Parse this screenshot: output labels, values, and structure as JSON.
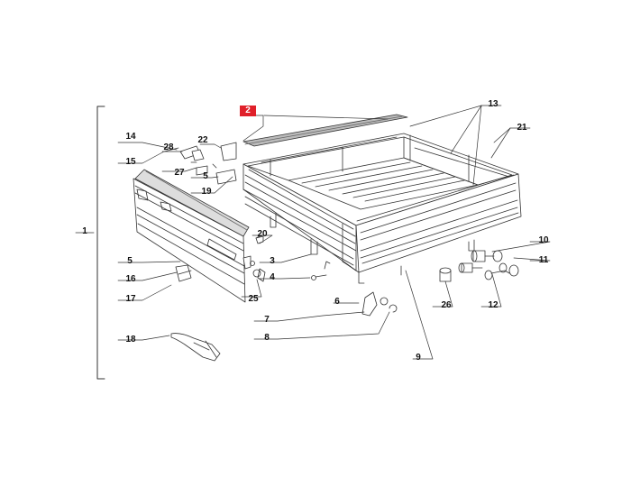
{
  "diagram": {
    "parts": [
      {
        "id": "p1",
        "label": "1"
      },
      {
        "id": "p2",
        "label": "2",
        "highlight": true
      },
      {
        "id": "p3",
        "label": "3"
      },
      {
        "id": "p4",
        "label": "4"
      },
      {
        "id": "p5a",
        "label": "5"
      },
      {
        "id": "p5b",
        "label": "5"
      },
      {
        "id": "p6",
        "label": "6"
      },
      {
        "id": "p7",
        "label": "7"
      },
      {
        "id": "p8",
        "label": "8"
      },
      {
        "id": "p9",
        "label": "9"
      },
      {
        "id": "p10",
        "label": "10"
      },
      {
        "id": "p11",
        "label": "11"
      },
      {
        "id": "p12",
        "label": "12"
      },
      {
        "id": "p13",
        "label": "13"
      },
      {
        "id": "p14",
        "label": "14"
      },
      {
        "id": "p15",
        "label": "15"
      },
      {
        "id": "p16",
        "label": "16"
      },
      {
        "id": "p17",
        "label": "17"
      },
      {
        "id": "p18",
        "label": "18"
      },
      {
        "id": "p19",
        "label": "19"
      },
      {
        "id": "p20",
        "label": "20"
      },
      {
        "id": "p21",
        "label": "21"
      },
      {
        "id": "p22",
        "label": "22"
      },
      {
        "id": "p25",
        "label": "25"
      },
      {
        "id": "p26",
        "label": "26"
      },
      {
        "id": "p27",
        "label": "27"
      },
      {
        "id": "p28",
        "label": "28"
      }
    ],
    "colors": {
      "highlight": "#e0202a",
      "line": "#333333"
    }
  }
}
